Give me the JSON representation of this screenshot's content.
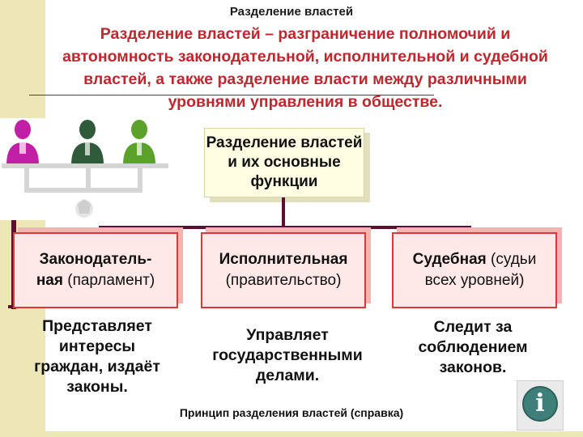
{
  "slide": {
    "title": "Разделение властей",
    "definition": "Разделение властей – разграничение полномочий и автономность законодательной, исполнительной и судебной властей, а также разделение власти между различными уровнями управления в обществе."
  },
  "diagram": {
    "center": "Разделение властей\nи их основные\nфункции",
    "branches": [
      {
        "name_bold": "Законодатель-\nная",
        "name_rest": " (парламент)",
        "function": "Представляет\nинтересы\nграждан, издаёт\nзаконы."
      },
      {
        "name_bold": "Исполнительная",
        "name_rest": "\n(правительство)",
        "function": "Управляет\nгосударственными\nделами."
      },
      {
        "name_bold": "Судебная",
        "name_rest": " (судьи\nвсех уровней)",
        "function": "Следит за\nсоблюдением\nзаконов."
      }
    ]
  },
  "footer": {
    "link_label": "Принцип разделения властей (справка)",
    "info_icon_glyph": "i"
  },
  "colors": {
    "definition_text": "#c0272d",
    "branch_border": "#e23636",
    "connector": "#5a1030",
    "person_magenta": "#c21fa7",
    "person_dark": "#2f5b3a",
    "person_green": "#5aa22a"
  }
}
